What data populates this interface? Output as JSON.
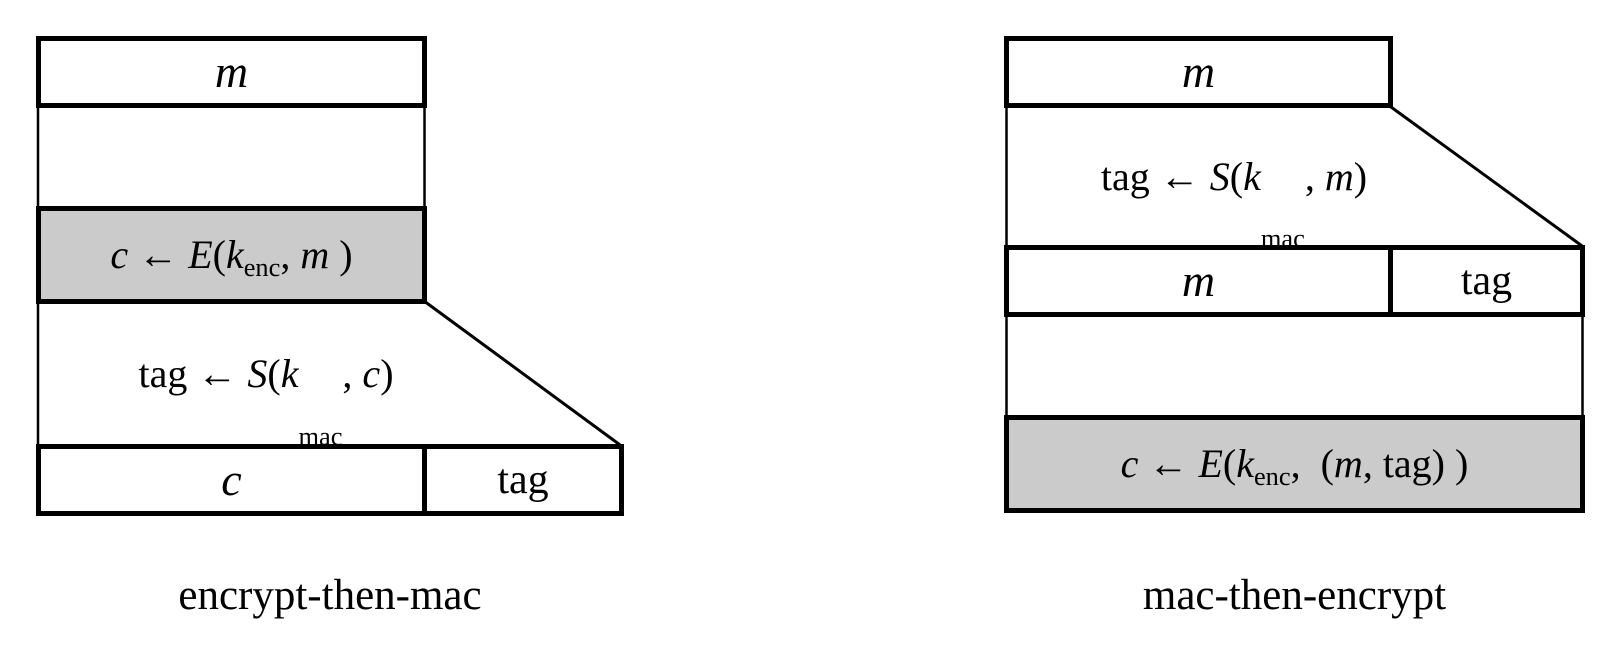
{
  "colors": {
    "shaded_fill": "#cbcbcb",
    "line": "#000000",
    "background": "#ffffff"
  },
  "encrypt_then_mac": {
    "caption": "encrypt-then-mac",
    "message_box_label": "m",
    "encrypt_formula": [
      {
        "t": "c",
        "i": true
      },
      {
        "t": " ← ",
        "i": false
      },
      {
        "t": "E",
        "i": true
      },
      {
        "t": "(",
        "i": false
      },
      {
        "t": "k",
        "i": true
      },
      {
        "t": "enc",
        "sub": true
      },
      {
        "t": ", ",
        "i": false
      },
      {
        "t": "m",
        "i": true
      },
      {
        "t": " )",
        "i": false
      }
    ],
    "sign_formula": [
      {
        "t": "tag ← ",
        "i": false
      },
      {
        "t": "S",
        "i": true
      },
      {
        "t": "(",
        "i": false
      },
      {
        "t": "k",
        "i": true
      },
      {
        "t": "mac",
        "sub": true
      },
      {
        "t": ", ",
        "i": false
      },
      {
        "t": "c",
        "i": true
      },
      {
        "t": ")",
        "i": false
      }
    ],
    "result_ciphertext_label": "c",
    "result_tag_label": "tag"
  },
  "mac_then_encrypt": {
    "caption": "mac-then-encrypt",
    "message_box_label": "m",
    "sign_formula": [
      {
        "t": "tag ← ",
        "i": false
      },
      {
        "t": "S",
        "i": true
      },
      {
        "t": "(",
        "i": false
      },
      {
        "t": "k",
        "i": true
      },
      {
        "t": "mac",
        "sub": true
      },
      {
        "t": ", ",
        "i": false
      },
      {
        "t": "m",
        "i": true
      },
      {
        "t": ")",
        "i": false
      }
    ],
    "row_message_label": "m",
    "row_tag_label": "tag",
    "encrypt_formula": [
      {
        "t": "c",
        "i": true
      },
      {
        "t": " ← ",
        "i": false
      },
      {
        "t": "E",
        "i": true
      },
      {
        "t": "(",
        "i": false
      },
      {
        "t": "k",
        "i": true
      },
      {
        "t": "enc",
        "sub": true
      },
      {
        "t": ",  (",
        "i": false
      },
      {
        "t": "m",
        "i": true
      },
      {
        "t": ", tag) )",
        "i": false
      }
    ]
  }
}
